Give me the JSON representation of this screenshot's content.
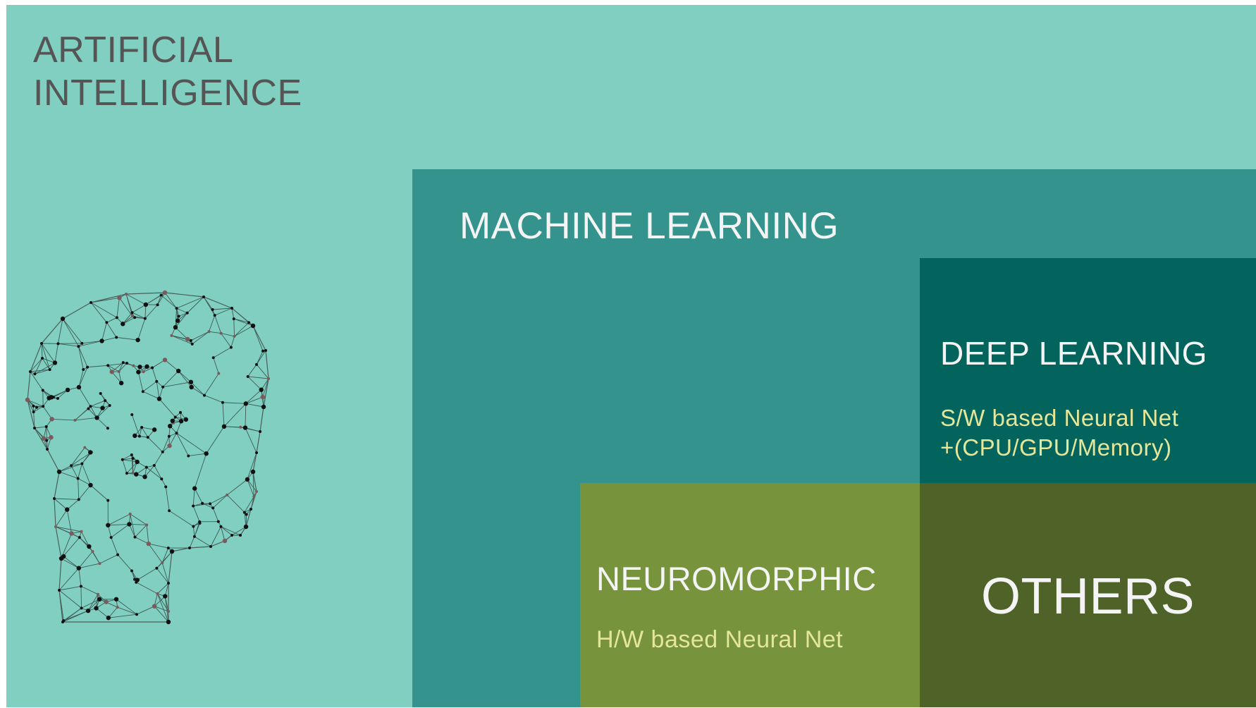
{
  "colors": {
    "ai": "#80cfc1",
    "ml": "#34938d",
    "dl": "#02645c",
    "neuromorphic": "#77933c",
    "others": "#4f6227",
    "ai_text": "#555555",
    "white_text": "#f4f4f4",
    "sub_text": "#e6e69a"
  },
  "ai": {
    "title": "ARTIFICIAL\nINTELLIGENCE",
    "icon": "polygonal-head-icon"
  },
  "ml": {
    "title": "MACHINE LEARNING"
  },
  "dl": {
    "title": "DEEP LEARNING",
    "subtitle": "S/W based Neural Net\n+(CPU/GPU/Memory)"
  },
  "neuromorphic": {
    "title": "NEUROMORPHIC",
    "subtitle": "H/W based Neural Net"
  },
  "others": {
    "title": "OTHERS"
  }
}
